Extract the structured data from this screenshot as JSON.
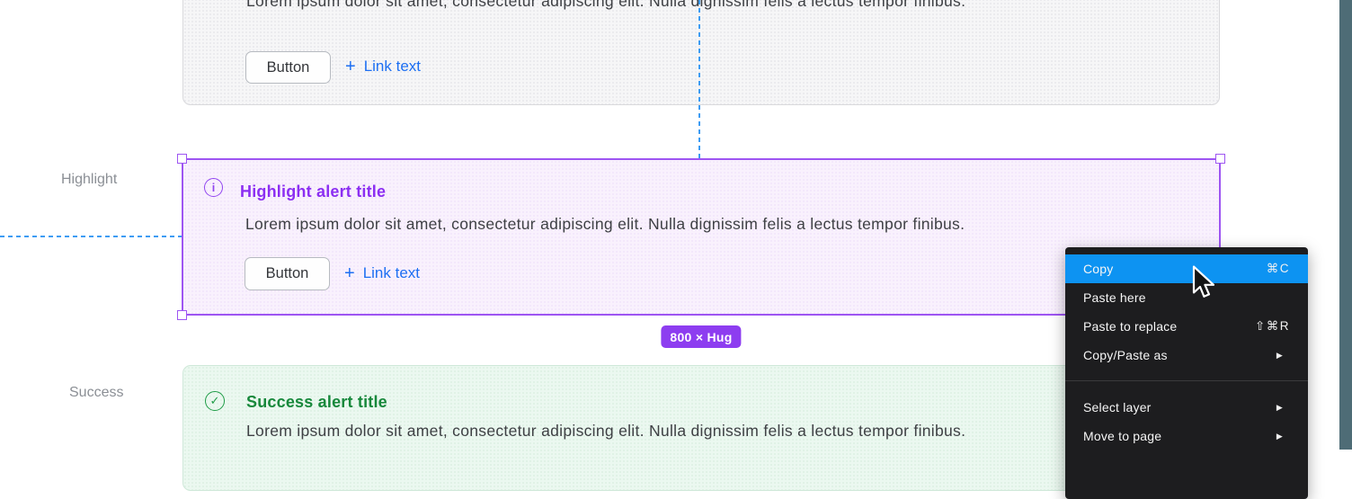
{
  "labels": {
    "highlight": "Highlight",
    "success": "Success"
  },
  "alerts": {
    "default": {
      "body": "Lorem ipsum dolor sit amet, consectetur adipiscing elit. Nulla dignissim felis a lectus tempor finibus.",
      "button": "Button",
      "link_plus": "+",
      "link": "Link text"
    },
    "highlight": {
      "icon_glyph": "i",
      "title": "Highlight alert title",
      "body": "Lorem ipsum dolor sit amet, consectetur adipiscing elit. Nulla dignissim felis a lectus tempor finibus.",
      "button": "Button",
      "link_plus": "+",
      "link": "Link text"
    },
    "success": {
      "icon_glyph": "✓",
      "title": "Success alert title",
      "body": "Lorem ipsum dolor sit amet, consectetur adipiscing elit. Nulla dignissim felis a lectus tempor finibus."
    }
  },
  "selection": {
    "size_badge": "800 × Hug"
  },
  "menu": {
    "items": [
      {
        "label": "Copy",
        "shortcut": "⌘C",
        "selected": true
      },
      {
        "label": "Paste here"
      },
      {
        "label": "Paste to replace",
        "shortcut": "⇧⌘R"
      },
      {
        "label": "Copy/Paste as",
        "arrow": "▶"
      },
      {
        "label": "Select layer",
        "arrow": "▶"
      },
      {
        "label": "Move to page",
        "arrow": "▶"
      }
    ]
  },
  "colors": {
    "accent_purple": "#9e55f2",
    "highlight_title": "#8c2ff2",
    "success_green": "#17883b",
    "link_blue": "#1d6ff2",
    "menu_selection_blue": "#0d93f2",
    "guide_blue": "#3e9cf3",
    "side_strip": "#4e6c76"
  }
}
